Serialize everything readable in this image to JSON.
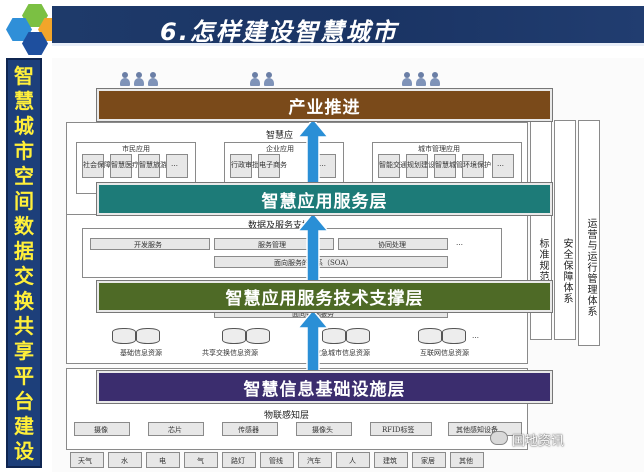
{
  "header": {
    "title": "6.怎样建设智慧城市",
    "hex_colors": [
      "#7bc043",
      "#2f8fd8",
      "#f2a52a",
      "#1e4f9e"
    ]
  },
  "left_title": "智慧城市空间数据交换共享平台建设",
  "layers": {
    "industry": "产业推进",
    "app_service": "智慧应用服务层",
    "app_support": "智慧应用服务技术支撑层",
    "infrastructure": "智慧信息基础设施层"
  },
  "bg_labels": {
    "smart_app_title": "智慧应",
    "citizen_app": "市民应用",
    "enterprise_app": "企业应用",
    "city_mgmt_app": "城市管理应用",
    "data_service_layer": "数据及服务支撑层",
    "dev_service": "开发服务",
    "service_mgmt": "服务管理",
    "collab": "协同处理",
    "soa": "面向服务的体系（SOA）",
    "data_center": "面向数据服务",
    "db_1": "基础信息资源",
    "db_2": "共享交换信息资源",
    "db_3": "应急城市信息资源",
    "db_4": "互联网信息资源",
    "iot_layer": "物联感知层"
  },
  "app_boxes": {
    "citizen": [
      "社会保障",
      "智慧医疗",
      "智慧旅游",
      "…"
    ],
    "enterprise": [
      "行政审批",
      "电子商务",
      "…"
    ],
    "city": [
      "智能交通",
      "规划建设",
      "智慧城管",
      "环境保护",
      "…"
    ]
  },
  "sensors": [
    "摄像",
    "芯片",
    "传感器",
    "摄像头",
    "RFID标签",
    "其他感知设备"
  ],
  "bottom_items": [
    "天气",
    "水",
    "电",
    "气",
    "路灯",
    "管线",
    "汽车",
    "人",
    "建筑",
    "家居",
    "其他"
  ],
  "side_columns": {
    "standard": "标准规范",
    "security": "安全保障体系",
    "operation": "运营与运行管理体系"
  },
  "watermark": "国地资讯",
  "colors": {
    "header_bg": "#1e3a6a",
    "left_bar": "#1d3f7a",
    "left_text": "#ffef3a",
    "arrow": "#2a8fd6",
    "b1": "#7a4a1a",
    "b2": "#1d7b78",
    "b3": "#4e6a26",
    "b4": "#3b2d6e"
  }
}
